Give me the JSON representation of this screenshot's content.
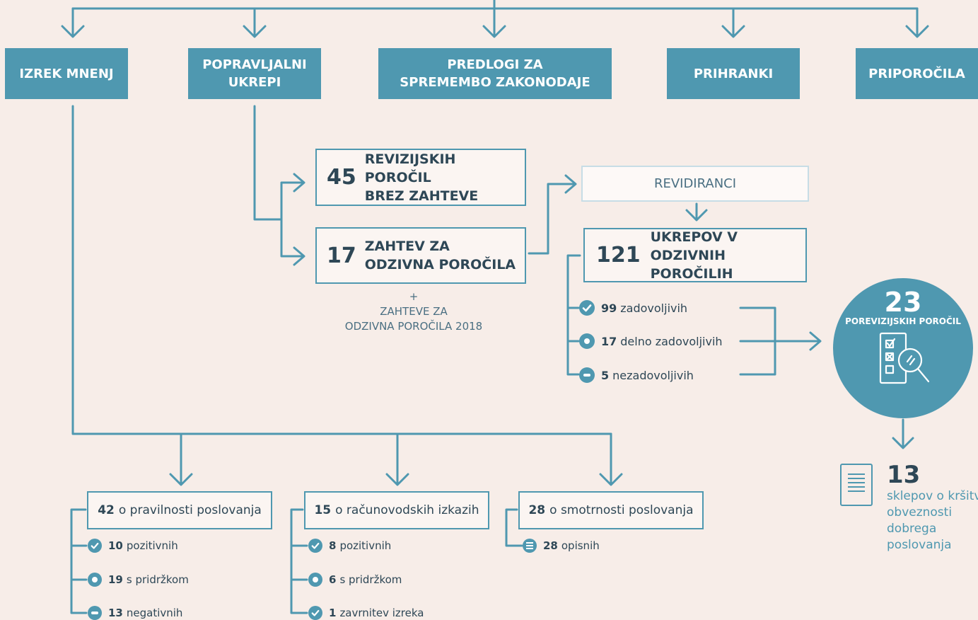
{
  "top_boxes": [
    {
      "lines": [
        "IZREK MNENJ"
      ]
    },
    {
      "lines": [
        "POPRAVLJALNI",
        "UKREPI"
      ]
    },
    {
      "lines": [
        "PREDLOGI ZA",
        "SPREMEMBO ZAKONODAJE"
      ]
    },
    {
      "lines": [
        "PRIHRANKI"
      ]
    },
    {
      "lines": [
        "PRIPOROČILA"
      ]
    }
  ],
  "reports_no_request": {
    "number": "45",
    "line1": "REVIZIJSKIH POROČIL",
    "line2": "BREZ ZAHTEVE"
  },
  "request_reports": {
    "number": "17",
    "line1": "ZAHTEV ZA",
    "line2": "ODZIVNA POROČILA"
  },
  "plus_note": {
    "plus": "+",
    "line1": "ZAHTEVE ZA",
    "line2": "ODZIVNA POROČILA 2018"
  },
  "auditees": "REVIDIRANCI",
  "measures": {
    "number": "121",
    "line1": "UKREPOV V",
    "line2": "ODZIVNIH POROČILIH"
  },
  "measures_items": [
    {
      "num": "99",
      "text": "zadovoljivih",
      "icon": "check-icon"
    },
    {
      "num": "17",
      "text": "delno zadovoljivih",
      "icon": "dot-icon"
    },
    {
      "num": "5",
      "text": "nezadovoljivih",
      "icon": "minus-icon"
    }
  ],
  "post_audit": {
    "number": "23",
    "label": "POREVIZIJSKIH POROČIL",
    "icon": "checklist-magnifier-icon"
  },
  "resolutions": {
    "number": "13",
    "line1": "sklepov o kršitvi",
    "line2": "obveznosti",
    "line3": "dobrega",
    "line4": "poslovanja",
    "icon": "document-icon"
  },
  "opinion_groups": [
    {
      "num": "42",
      "text": "o pravilnosti poslovanja",
      "items": [
        {
          "num": "10",
          "text": "pozitivnih",
          "icon": "check-icon"
        },
        {
          "num": "19",
          "text": "s pridržkom",
          "icon": "dot-icon"
        },
        {
          "num": "13",
          "text": "negativnih",
          "icon": "minus-icon"
        }
      ]
    },
    {
      "num": "15",
      "text": "o računovodskih izkazih",
      "items": [
        {
          "num": "8",
          "text": "pozitivnih",
          "icon": "check-icon"
        },
        {
          "num": "6",
          "text": "s pridržkom",
          "icon": "dot-icon"
        },
        {
          "num": "1",
          "text": "zavrnitev izreka",
          "icon": "check-icon"
        }
      ]
    },
    {
      "num": "28",
      "text": "o smotrnosti poslovanja",
      "items": [
        {
          "num": "28",
          "text": "opisnih",
          "icon": "list-icon"
        }
      ]
    }
  ],
  "colors": {
    "accent": "#4f98b0",
    "background": "#f7ede8",
    "text": "#2e4756",
    "light_border": "#c7dde6"
  }
}
